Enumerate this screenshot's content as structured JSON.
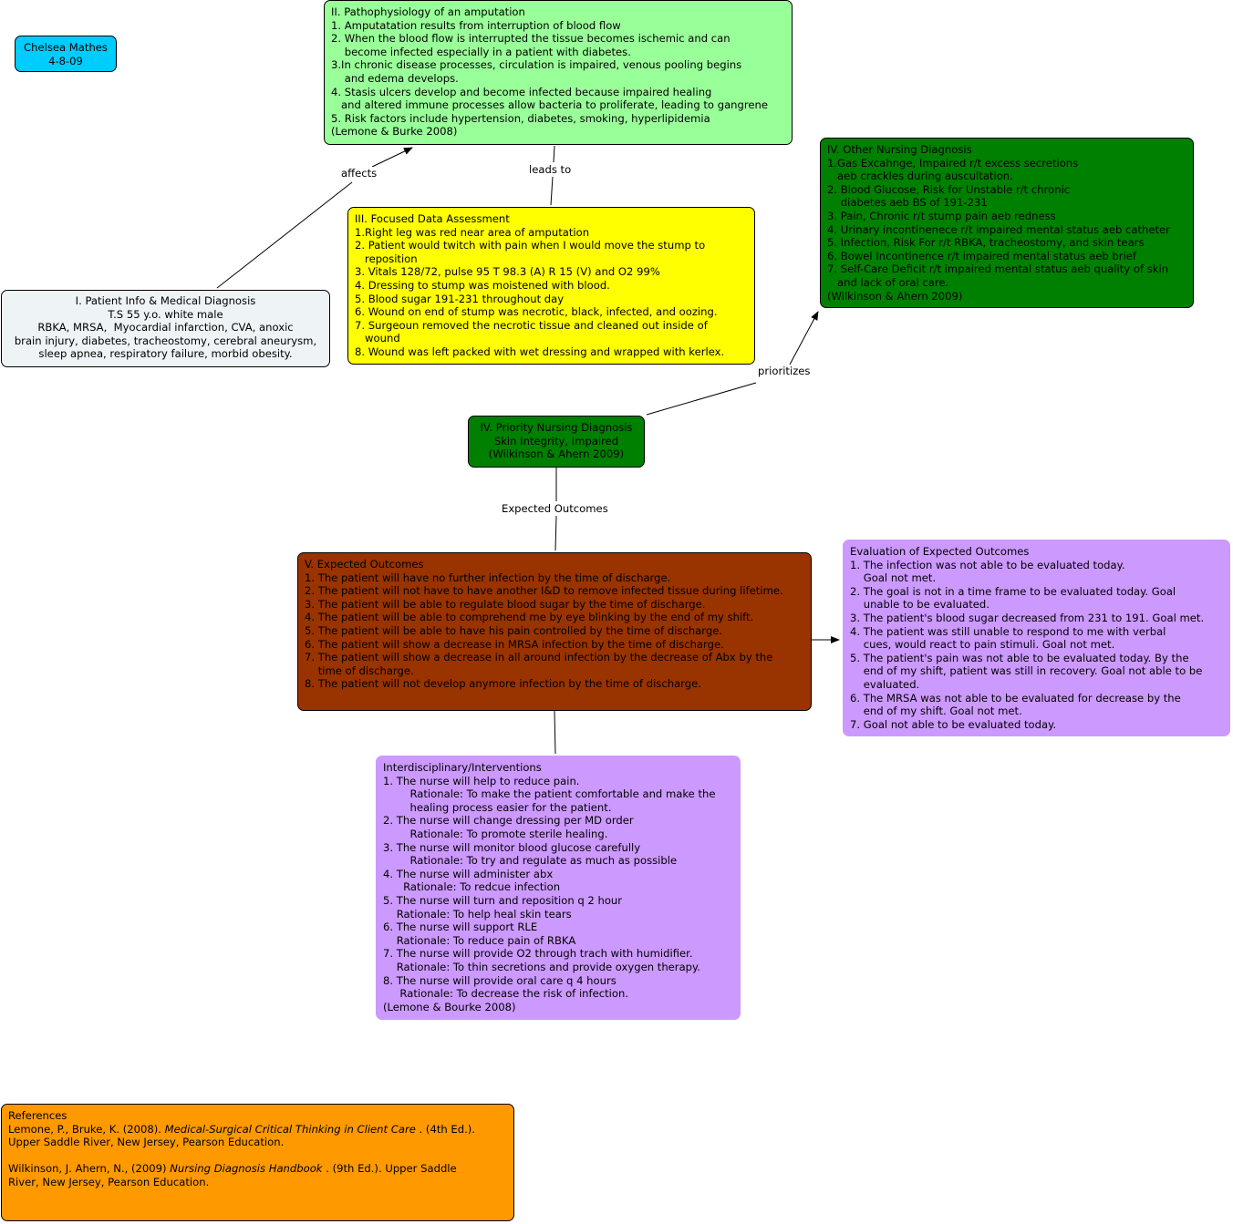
{
  "author": {
    "name": "Chelsea Mathes",
    "date": "4-8-09"
  },
  "pathophysiology": {
    "lines": [
      "II. Pathophysiology of an amputation",
      "1. Amputatation results from interruption of blood flow",
      "2. When the blood flow is interrupted the tissue becomes ischemic and can",
      "    become infected especially in a patient with diabetes.",
      "3.In chronic disease processes, circulation is impaired, venous pooling begins",
      "    and edema develops.",
      "4. Stasis ulcers develop and become infected because impaired healing",
      "   and altered immune processes allow bacteria to proliferate, leading to gangrene",
      "5. Risk factors include hypertension, diabetes, smoking, hyperlipidemia",
      "(Lemone & Burke 2008)"
    ]
  },
  "patient_info": {
    "lines": [
      "I. Patient Info & Medical Diagnosis",
      "T.S 55 y.o. white male",
      "RBKA, MRSA,  Myocardial infarction, CVA, anoxic",
      "brain injury, diabetes, tracheostomy, cerebral aneurysm,",
      "sleep apnea, respiratory failure, morbid obesity."
    ]
  },
  "focused_assessment": {
    "lines": [
      "III. Focused Data Assessment",
      "1.Right leg was red near area of amputation",
      "2. Patient would twitch with pain when I would move the stump to",
      "   reposition",
      "3. Vitals 128/72, pulse 95 T 98.3 (A) R 15 (V) and O2 99%",
      "4. Dressing to stump was moistened with blood.",
      "5. Blood sugar 191-231 throughout day",
      "6. Wound on end of stump was necrotic, black, infected, and oozing.",
      "7. Surgeoun removed the necrotic tissue and cleaned out inside of",
      "   wound",
      "8. Wound was left packed with wet dressing and wrapped with kerlex."
    ]
  },
  "other_diagnosis": {
    "lines": [
      "IV. Other Nursing Diagnosis",
      "1.Gas Excahnge, Impaired r/t excess secretions",
      "   aeb crackles during auscultation.",
      "2. Blood Glucose, Risk for Unstable r/t chronic",
      "    diabetes aeb BS of 191-231",
      "3. Pain, Chronic r/t stump pain aeb redness",
      "4. Urinary incontinenece r/t impaired mental status aeb catheter",
      "5. Infection, Risk For r/t RBKA, tracheostomy, and skin tears",
      "6. Bowel Incontinence r/t impaired mental status aeb brief",
      "7. Self-Care Deficit r/t impaired mental status aeb quality of skin",
      "   and lack of oral care.",
      "(Wilkinson & Ahern 2009)"
    ]
  },
  "priority_diagnosis": {
    "lines": [
      "IV. Priority Nursing Diagnosis",
      "Skin Integrity, Impaired",
      "(Wilkinson & Ahern 2009)"
    ]
  },
  "expected_outcomes": {
    "lines": [
      "V. Expected Outcomes",
      "1. The patient will have no further infection by the time of discharge.",
      "2. The patient will not have to have another I&D to remove infected tissue during lifetime.",
      "3. The patient will be able to regulate blood sugar by the time of discharge.",
      "4. The patient will be able to comprehend me by eye blinking by the end of my shift.",
      "5. The patient will be able to have his pain controlled by the time of discharge.",
      "6. The patient will show a decrease in MRSA infection by the time of discharge.",
      "7. The patient will show a decrease in all around infection by the decrease of Abx by the",
      "    time of discharge.",
      "8. The patient will not develop anymore infection by the time of discharge."
    ]
  },
  "evaluation": {
    "lines": [
      "Evaluation of Expected Outcomes",
      "1. The infection was not able to be evaluated today.",
      "    Goal not met.",
      "2. The goal is not in a time frame to be evaluated today. Goal",
      "    unable to be evaluated.",
      "3. The patient's blood sugar decreased from 231 to 191. Goal met.",
      "4. The patient was still unable to respond to me with verbal",
      "    cues, would react to pain stimuli. Goal not met.",
      "5. The patient's pain was not able to be evaluated today. By the",
      "    end of my shift, patient was still in recovery. Goal not able to be",
      "    evaluated.",
      "6. The MRSA was not able to be evaluated for decrease by the",
      "    end of my shift. Goal not met.",
      "7. Goal not able to be evaluated today."
    ]
  },
  "interventions": {
    "lines": [
      "Interdisciplinary/Interventions",
      "1. The nurse will help to reduce pain.",
      "        Rationale: To make the patient comfortable and make the",
      "        healing process easier for the patient.",
      "2. The nurse will change dressing per MD order",
      "        Rationale: To promote sterile healing.",
      "3. The nurse will monitor blood glucose carefully",
      "        Rationale: To try and regulate as much as possible",
      "4. The nurse will administer abx",
      "      Rationale: To redcue infection",
      "5. The nurse will turn and reposition q 2 hour",
      "    Rationale: To help heal skin tears",
      "6. The nurse will support RLE",
      "    Rationale: To reduce pain of RBKA",
      "7. The nurse will provide O2 through trach with humidifier.",
      "    Rationale: To thin secretions and provide oxygen therapy.",
      "8. The nurse will provide oral care q 4 hours",
      "     Rationale: To decrease the risk of infection.",
      "(Lemone & Bourke 2008)"
    ]
  },
  "references": {
    "title": "References",
    "ref1": {
      "pre": "Lemone, P., Bruke, K. (2008). ",
      "italic": "Medical-Surgical Critical Thinking in Client Care",
      "post": " . (4th Ed.).",
      "line2": "Upper Saddle River, New Jersey, Pearson Education."
    },
    "ref2": {
      "pre": "Wilkinson, J. Ahern, N., (2009) ",
      "italic": "Nursing Diagnosis Handbook",
      "post": " . (9th Ed.). Upper Saddle",
      "line2": "River, New Jersey, Pearson Education."
    }
  },
  "links": {
    "affects": "affects",
    "leads_to": "leads to",
    "prioritizes": "prioritizes",
    "expected_outcomes": "Expected Outcomes"
  },
  "colors": {
    "author": "#00ccff",
    "pathophysiology": "#99ff99",
    "patient_info": "#eef3f5",
    "focused": "#ffff00",
    "diagnosis": "#008000",
    "outcomes": "#993300",
    "purple": "#cc99ff",
    "references": "#ff9900"
  }
}
